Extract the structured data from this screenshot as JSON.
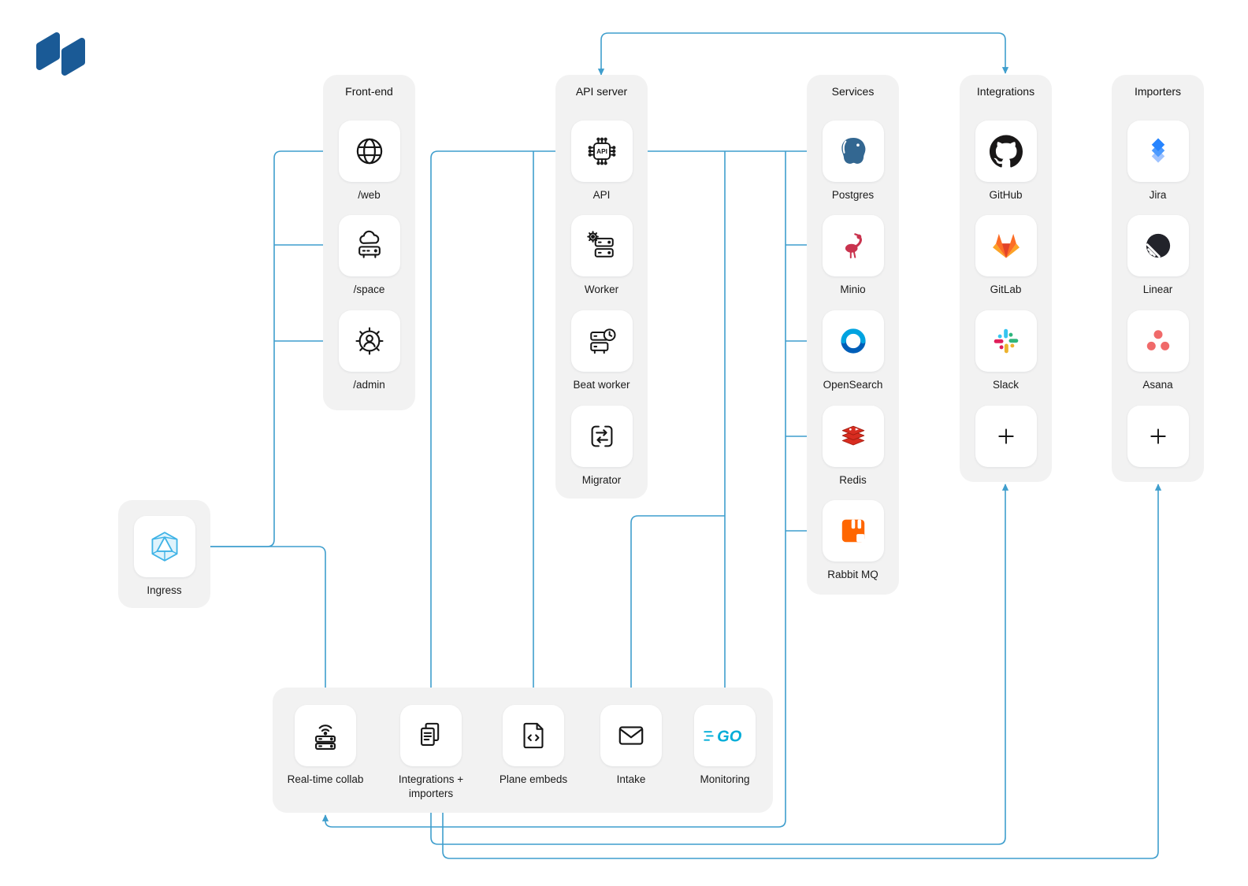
{
  "colors": {
    "line": "#3F9ECD",
    "group_bg": "#F2F2F2",
    "card_bg": "#FFFFFF",
    "logo_blue": "#1A5A96",
    "postgres_blue": "#336791",
    "minio_red": "#C9334E",
    "opensearch_light": "#00A3E0",
    "opensearch_dark": "#005EB8",
    "redis_red": "#D82C20",
    "rabbitmq_orange": "#FF6600",
    "gitlab_orange": "#FC6D26",
    "gitlab_red": "#E24329",
    "gitlab_yellow": "#FCA326",
    "slack_blue": "#36C5F0",
    "slack_green": "#2EB67D",
    "slack_yellow": "#ECB22E",
    "slack_red": "#E01E5A",
    "jira_blue": "#2684FF",
    "linear_black": "#22232A",
    "asana_coral": "#F06A6A",
    "go_cyan": "#00ADD8",
    "ingress_blue": "#3FB3E6"
  },
  "groups": {
    "frontend": {
      "title": "Front-end",
      "items": [
        {
          "label": "/web",
          "icon": "globe-icon"
        },
        {
          "label": "/space",
          "icon": "cloud-server-icon"
        },
        {
          "label": "/admin",
          "icon": "gear-user-icon"
        }
      ]
    },
    "api_server": {
      "title": "API server",
      "items": [
        {
          "label": "API",
          "icon": "api-chip-icon"
        },
        {
          "label": "Worker",
          "icon": "worker-gear-server-icon"
        },
        {
          "label": "Beat worker",
          "icon": "beat-clock-server-icon"
        },
        {
          "label": "Migrator",
          "icon": "migrator-swap-icon"
        }
      ]
    },
    "services": {
      "title": "Services",
      "items": [
        {
          "label": "Postgres",
          "icon": "postgres-icon"
        },
        {
          "label": "Minio",
          "icon": "minio-icon"
        },
        {
          "label": "OpenSearch",
          "icon": "opensearch-icon"
        },
        {
          "label": "Redis",
          "icon": "redis-icon"
        },
        {
          "label": "Rabbit MQ",
          "icon": "rabbitmq-icon"
        }
      ]
    },
    "integrations": {
      "title": "Integrations",
      "items": [
        {
          "label": "GitHub",
          "icon": "github-icon"
        },
        {
          "label": "GitLab",
          "icon": "gitlab-icon"
        },
        {
          "label": "Slack",
          "icon": "slack-icon"
        },
        {
          "label": "",
          "icon": "plus-icon"
        }
      ]
    },
    "importers": {
      "title": "Importers",
      "items": [
        {
          "label": "Jira",
          "icon": "jira-icon"
        },
        {
          "label": "Linear",
          "icon": "linear-icon"
        },
        {
          "label": "Asana",
          "icon": "asana-icon"
        },
        {
          "label": "",
          "icon": "plus-icon"
        }
      ]
    },
    "ingress": {
      "items": [
        {
          "label": "Ingress",
          "icon": "ingress-icon"
        }
      ]
    },
    "runtime": {
      "items": [
        {
          "label": "Real-time collab",
          "icon": "realtime-collab-icon"
        },
        {
          "label": "Integrations + importers",
          "icon": "documents-icon"
        },
        {
          "label": "Plane embeds",
          "icon": "code-file-icon"
        },
        {
          "label": "Intake",
          "icon": "envelope-icon"
        },
        {
          "label": "Monitoring",
          "icon": "go-icon"
        }
      ]
    }
  },
  "api_chip_text": "API",
  "monitoring_text": "GO"
}
